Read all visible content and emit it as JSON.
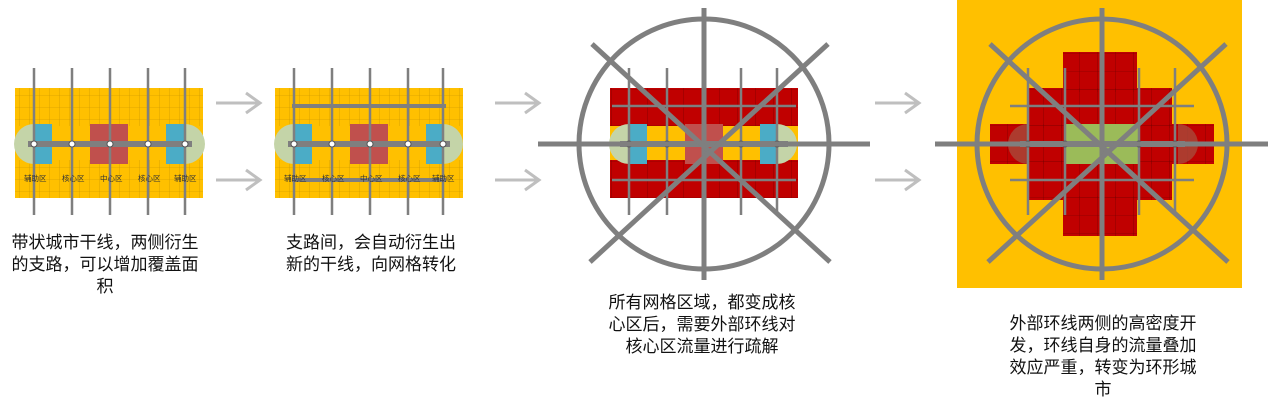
{
  "panels": [
    {
      "id": "p1",
      "caption": "带状城市干线，两侧衍生的支路，可以增加覆盖面积",
      "district_labels": [
        "辅助区",
        "核心区",
        "中心区",
        "核心区",
        "辅助区"
      ]
    },
    {
      "id": "p2",
      "caption": "支路间，会自动衍生出新的干线，向网格转化",
      "district_labels": [
        "辅助区",
        "核心区",
        "中心区",
        "核心区",
        "辅助区"
      ]
    },
    {
      "id": "p3",
      "caption": "所有网格区域，都变成核心区后，需要外部环线对核心区流量进行疏解"
    },
    {
      "id": "p4",
      "caption": "外部环线两侧的高密度开发，环线自身的流量叠加效应严重，转变为环形城市"
    }
  ],
  "colors": {
    "yellow": "#ffc000",
    "red": "#c00000",
    "blue": "#4bacc6",
    "center": "#c0504d",
    "green": "#9bbb59",
    "sage": "#c4d4a8",
    "road": "#7f7f7f",
    "arrow": "#bfbfbf"
  }
}
